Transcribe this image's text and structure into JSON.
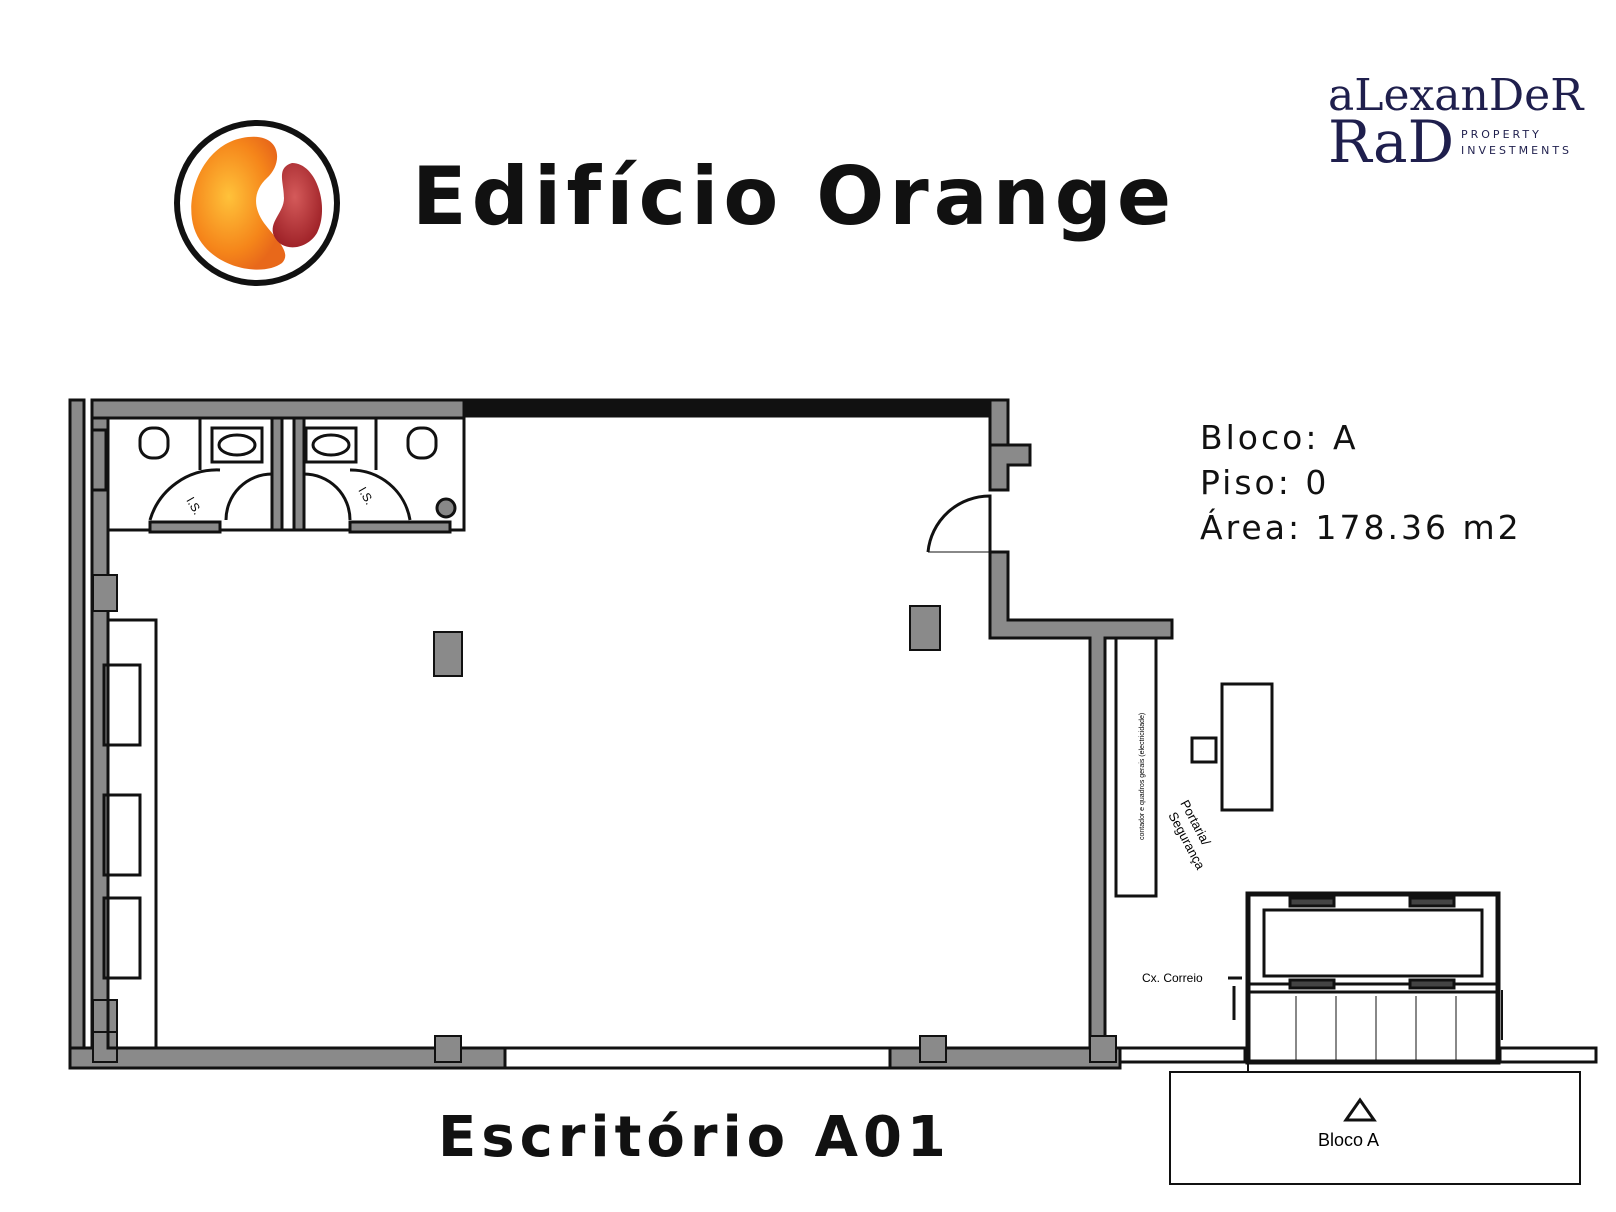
{
  "header": {
    "title": "Edifício Orange",
    "brand_line1": "aLexanDeR",
    "brand_line2": "RaD",
    "brand_sub1": "PROPERTY",
    "brand_sub2": "INVESTMENTS"
  },
  "info": {
    "bloco": "Bloco: A",
    "piso": "Piso: 0",
    "area": "Área: 178.36 m2"
  },
  "plan_labels": {
    "wc_left": "I.S.",
    "wc_right": "I.S.",
    "portaria": "Portaria/",
    "seguranca": "Segurança",
    "cx_correio": "Cx. Correio",
    "bloco_sign": "Bloco  A",
    "counter_note": "contador e quadros gerais (electricidade)"
  },
  "caption": "Escritório A01",
  "colors": {
    "wall": "#8a8a8a",
    "line": "#111111",
    "logo_orange": "#f28a1a",
    "logo_red": "#a8292e",
    "brand": "#1f1f4d"
  }
}
